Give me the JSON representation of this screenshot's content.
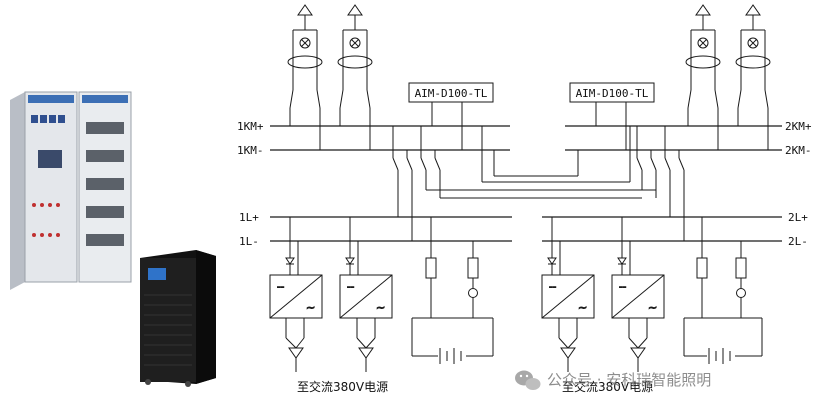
{
  "bus_labels": {
    "km_plus_left": "1KM+",
    "km_minus_left": "1KM-",
    "l_plus_left": "1L+",
    "l_minus_left": "1L-",
    "km_plus_right": "2KM+",
    "km_minus_right": "2KM-",
    "l_plus_right": "2L+",
    "l_minus_right": "2L-"
  },
  "modules": {
    "left": "AIM-D100-TL",
    "right": "AIM-D100-TL"
  },
  "captions": {
    "left": "至交流380V电源",
    "right": "至交流380V电源"
  },
  "watermark": "公众号 · 安科瑞智能照明",
  "colors": {
    "line": "#1a1a1a",
    "cabinet": "#d9dde3",
    "ups": "#1b1b1b",
    "watermark": "#7a7a7a"
  }
}
